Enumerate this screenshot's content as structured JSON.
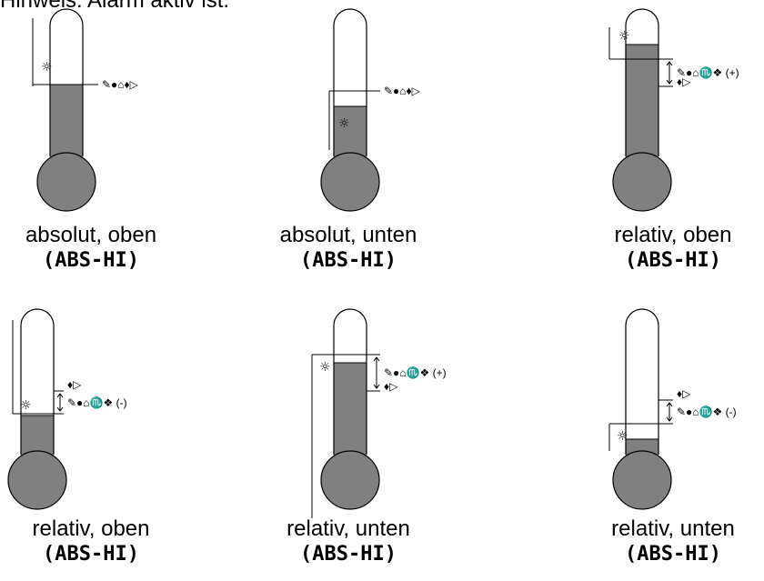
{
  "header": {
    "text": "Hinweis: Alarm aktiv ist."
  },
  "colors": {
    "fill": "#808080",
    "line": "#000000",
    "background": "#ffffff"
  },
  "icons": {
    "alarm": "lightbulb-icon",
    "arrow": "double-arrow-icon"
  },
  "panels": [
    {
      "caption": "absolut, oben",
      "code": "(ABS-HI)",
      "annotation": "✎●⌂♦▷",
      "sign": ""
    },
    {
      "caption": "absolut, unten",
      "code": "(ABS-HI)",
      "annotation": "✎●⌂♦▷",
      "sign": ""
    },
    {
      "caption": "relativ, oben",
      "code": "(ABS-HI)",
      "annotation": "✎●⌂♏❖",
      "sign": "(+)",
      "sub": "♦▷"
    },
    {
      "caption": "relativ, oben",
      "code": "(ABS-HI)",
      "annotation": "✎●⌂♏❖",
      "sign": "(-)",
      "sub": "♦▷"
    },
    {
      "caption": "relativ, unten",
      "code": "(ABS-HI)",
      "annotation": "✎●⌂♏❖",
      "sign": "(+)",
      "sub": "♦▷"
    },
    {
      "caption": "relativ, unten",
      "code": "(ABS-HI)",
      "annotation": "✎●⌂♏❖",
      "sign": "(-)",
      "sub": "♦▷"
    }
  ]
}
